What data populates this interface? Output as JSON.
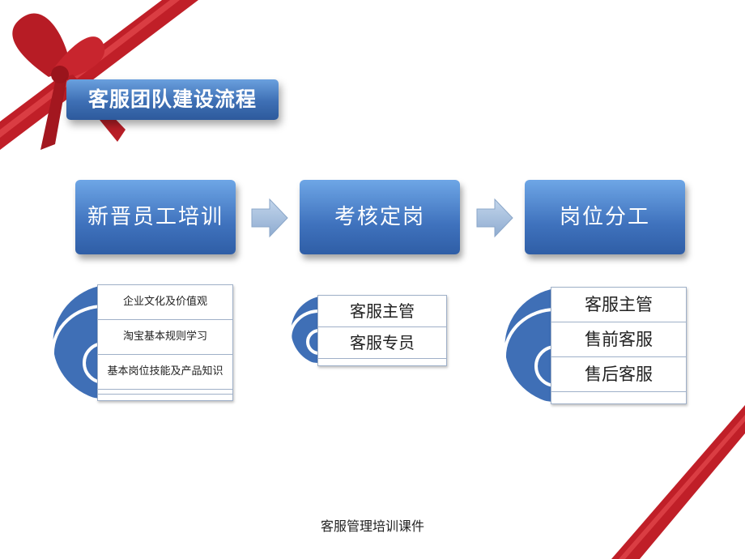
{
  "title": "客服团队建设流程",
  "steps": [
    {
      "label": "新晋员工培训",
      "items": [
        "企业文化及价值观",
        "淘宝基本规则学习",
        "基本岗位技能及产品知识"
      ]
    },
    {
      "label": "考核定岗",
      "items": [
        "客服主管",
        "客服专员"
      ]
    },
    {
      "label": "岗位分工",
      "items": [
        "客服主管",
        "售前客服",
        "售后客服"
      ]
    }
  ],
  "footer": "客服管理培训课件",
  "colors": {
    "box": "#3f72bd",
    "ribbon": "#c8202a",
    "arrow": "#9fbbd8"
  }
}
